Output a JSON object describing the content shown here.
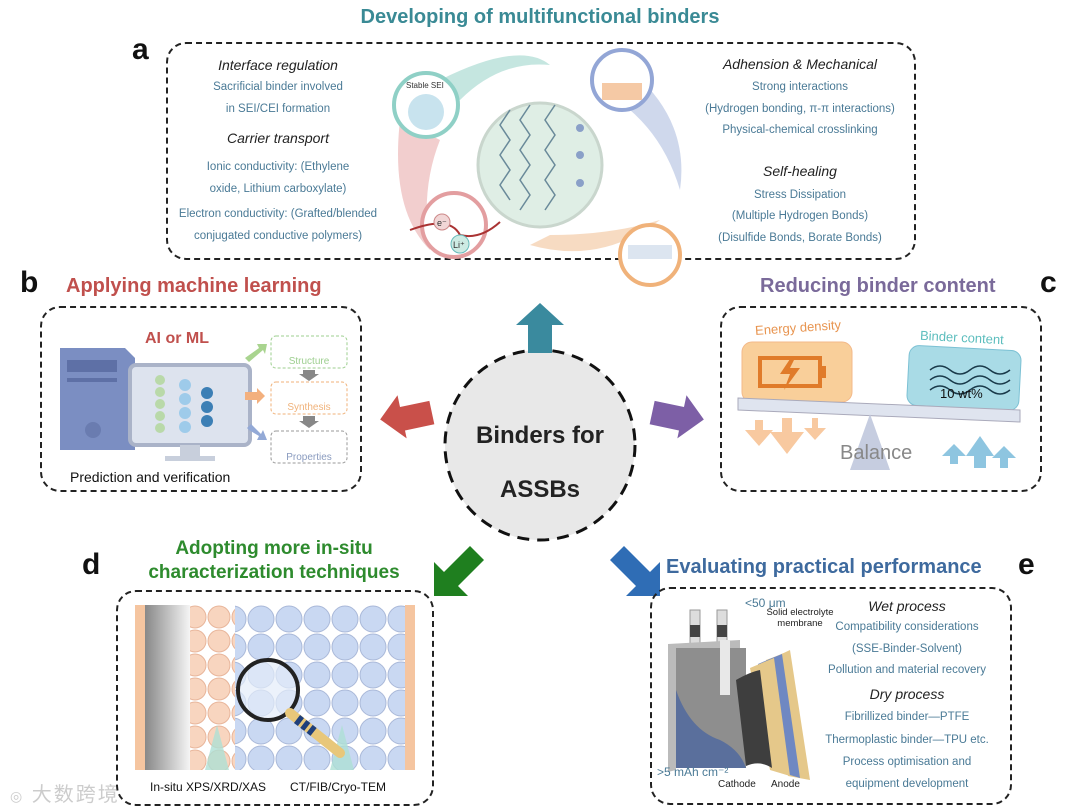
{
  "center": {
    "line1": "Binders for",
    "line2": "ASSBs"
  },
  "panel_a": {
    "letter": "a",
    "title": "Developing of multifunctional binders",
    "title_color": "#3a8a95",
    "left": {
      "heading1": "Interface regulation",
      "lines1": [
        "Sacrificial binder involved",
        "in SEI/CEI formation"
      ],
      "heading2": "Carrier transport",
      "lines2": [
        "Ionic conductivity:  (Ethylene",
        "oxide, Lithium carboxylate)",
        "Electron conductivity:  (Grafted/blended",
        "conjugated conductive polymers)"
      ]
    },
    "right": {
      "heading1": "Adhension & Mechanical",
      "lines1": [
        "Strong interactions",
        "(Hydrogen bonding, π-π interactions)",
        "Physical-chemical crosslinking"
      ],
      "heading2": "Self-healing",
      "lines2": [
        "Stress Dissipation",
        "(Multiple Hydrogen Bonds)",
        "(Disulfide Bonds, Borate Bonds)"
      ]
    },
    "graphic_labels": {
      "sei": "Stable SEI",
      "electron": "e⁻",
      "lithium": "Li⁺"
    }
  },
  "panel_b": {
    "letter": "b",
    "title": "Applying machine learning",
    "title_color": "#c0504d",
    "ai_label": "AI or ML",
    "flow": [
      "Structure",
      "Synthesis",
      "Properties"
    ],
    "caption": "Prediction and verification"
  },
  "panel_c": {
    "letter": "c",
    "title": "Reducing binder content",
    "title_color": "#7a6a9a",
    "left_label": "Energy density",
    "right_label": "Binder content",
    "right_value": "10 wt%",
    "balance_label": "Balance"
  },
  "panel_d": {
    "letter": "d",
    "title_line1": "Adopting more in-situ",
    "title_line2": "characterization techniques",
    "title_color": "#2e8b2e",
    "techniques": [
      "In-situ XPS/XRD/XAS",
      "CT/FIB/Cryo-TEM"
    ]
  },
  "panel_e": {
    "letter": "e",
    "title": "Evaluating practical performance",
    "title_color": "#3e6a9e",
    "thickness": "<50 μm",
    "membrane_label": "Solid electrolyte membrane",
    "capacity": ">5 mAh cm⁻²",
    "cathode": "Cathode",
    "anode": "Anode",
    "heading1": "Wet process",
    "lines1": [
      "Compatibility considerations",
      "(SSE-Binder-Solvent)",
      "Pollution and material recovery"
    ],
    "heading2": "Dry process",
    "lines2": [
      "Fibrillized binder—PTFE",
      "Thermoplastic binder—TPU etc.",
      "Process optimisation and",
      "equipment development"
    ]
  },
  "arrows": {
    "up": "#3a8a9e",
    "left": "#c9504a",
    "right": "#7d5fa6",
    "down_left": "#1f7f1f",
    "down_right": "#2f6db5"
  },
  "watermark": "大数跨境"
}
